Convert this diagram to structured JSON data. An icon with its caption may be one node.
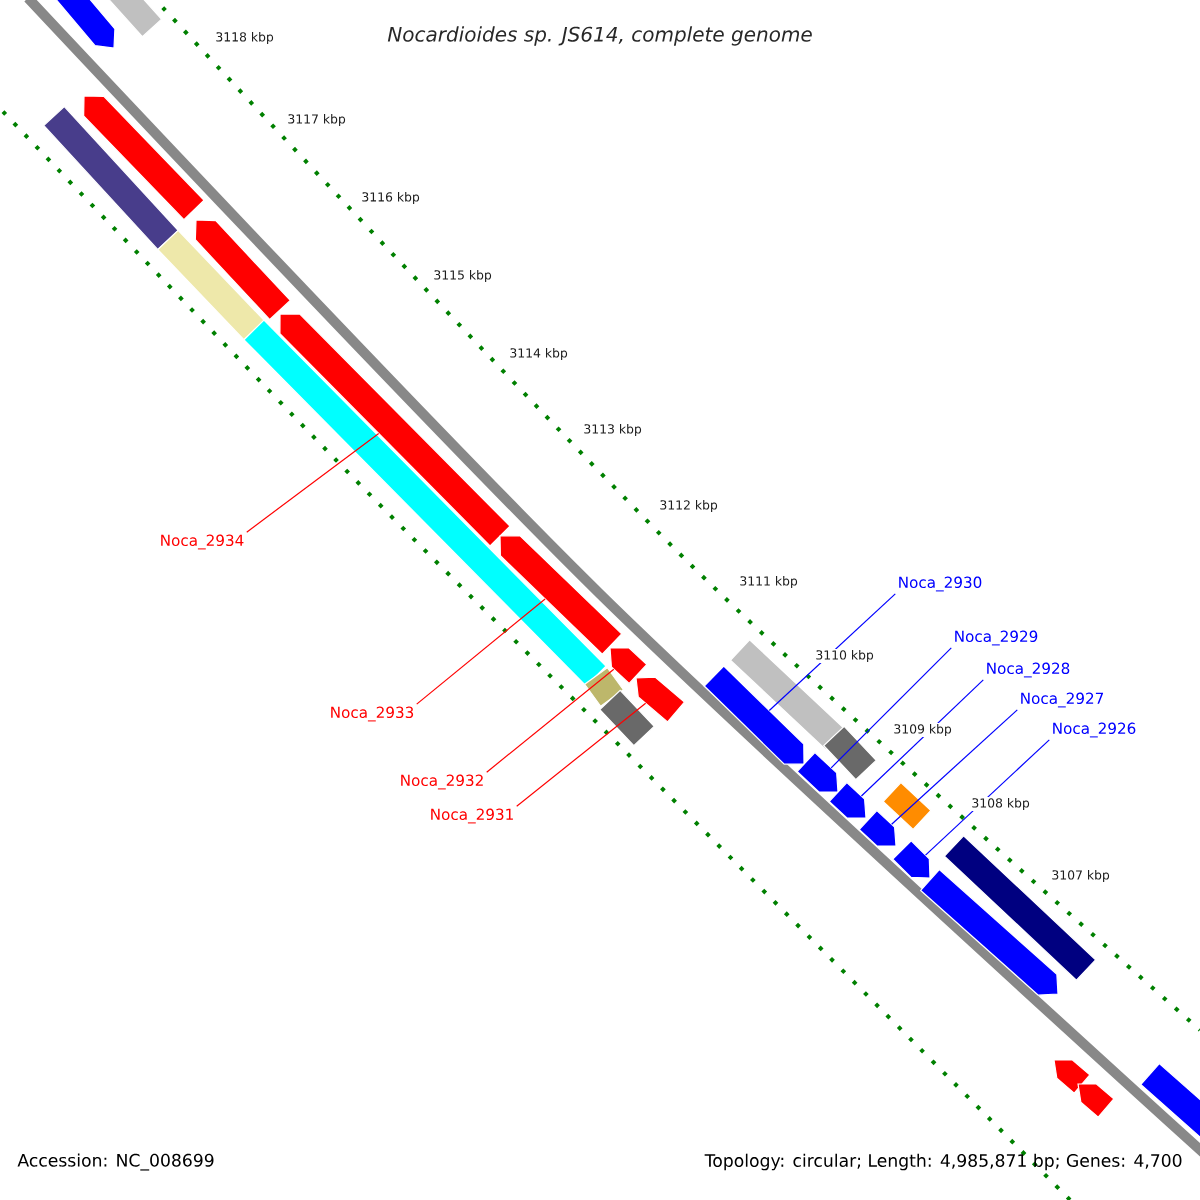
{
  "diagram": {
    "title": "Nocardioides sp. JS614, complete genome",
    "nodes": [
      {
        "text": [
          "Noca_2934"
        ]
      },
      {
        "text": [
          "Noca_2933"
        ]
      },
      {
        "text": [
          "Noca_2932"
        ]
      },
      {
        "text": [
          "Noca_2931"
        ]
      },
      {
        "text": [
          "Noca_2930"
        ]
      },
      {
        "text": [
          "Noca_2929"
        ]
      },
      {
        "text": [
          "Noca_2928"
        ]
      },
      {
        "text": [
          "Noca_2927"
        ]
      },
      {
        "text": [
          "Noca_2926"
        ]
      },
      {
        "text": [],
        "shape": "bar"
      },
      {
        "text": [],
        "shape": "bar"
      },
      {
        "text": [],
        "shape": "bar"
      },
      {
        "text": [],
        "shape": "bar"
      },
      {
        "text": [],
        "shape": "bar"
      },
      {
        "text": [],
        "shape": "bar"
      },
      {
        "text": [],
        "shape": "bar"
      },
      {
        "text": [],
        "shape": "bar"
      },
      {
        "text": [],
        "shape": "bar"
      },
      {
        "text": [],
        "shape": "bar"
      },
      {
        "text": [],
        "shape": "bar"
      },
      {
        "text": [],
        "shape": "bar"
      },
      {
        "text": [],
        "shape": "bar"
      },
      {
        "text": [],
        "shape": "bar"
      },
      {
        "text": [],
        "shape": "bar"
      },
      {
        "text": [],
        "shape": "bar"
      },
      {
        "text": [],
        "shape": "bar"
      },
      {
        "text": [],
        "shape": "bar"
      },
      {
        "text": [],
        "shape": "bar"
      },
      {
        "text": [],
        "shape": "bar"
      },
      {
        "text": [],
        "shape": "bar"
      },
      {
        "text": [],
        "shape": "bar"
      },
      {
        "text": [],
        "shape": "bar"
      },
      {
        "text": [],
        "shape": "bar"
      },
      {
        "text": [],
        "shape": "bar"
      },
      {
        "text": [],
        "shape": "bar"
      }
    ],
    "edges": [
      {
        "from": 0,
        "to": 18,
        "arrow": "none",
        "color": "#ff0000"
      },
      {
        "from": 1,
        "to": 19,
        "arrow": "none",
        "color": "#ff0000"
      },
      {
        "from": 2,
        "to": 20,
        "arrow": "none",
        "color": "#ff0000"
      },
      {
        "from": 3,
        "to": 21,
        "arrow": "none",
        "color": "#ff0000"
      },
      {
        "from": 4,
        "to": 24,
        "arrow": "none"
      },
      {
        "from": 5,
        "to": 25,
        "arrow": "none"
      },
      {
        "from": 6,
        "to": 26,
        "arrow": "none"
      },
      {
        "from": 7,
        "to": 27,
        "arrow": "none"
      },
      {
        "from": 8,
        "to": 29,
        "arrow": "none"
      }
    ],
    "labels": [
      "3118 kbp",
      "3117 kbp",
      "3116 kbp",
      "3115 kbp",
      "3114 kbp",
      "3113 kbp",
      "3112 kbp",
      "3111 kbp",
      "3110 kbp",
      "3109 kbp",
      "3108 kbp",
      "3107 kbp",
      "Accession: NC_008699",
      "Topology: circular; Length: 4,985,871 bp; Genes: 4,700"
    ]
  }
}
